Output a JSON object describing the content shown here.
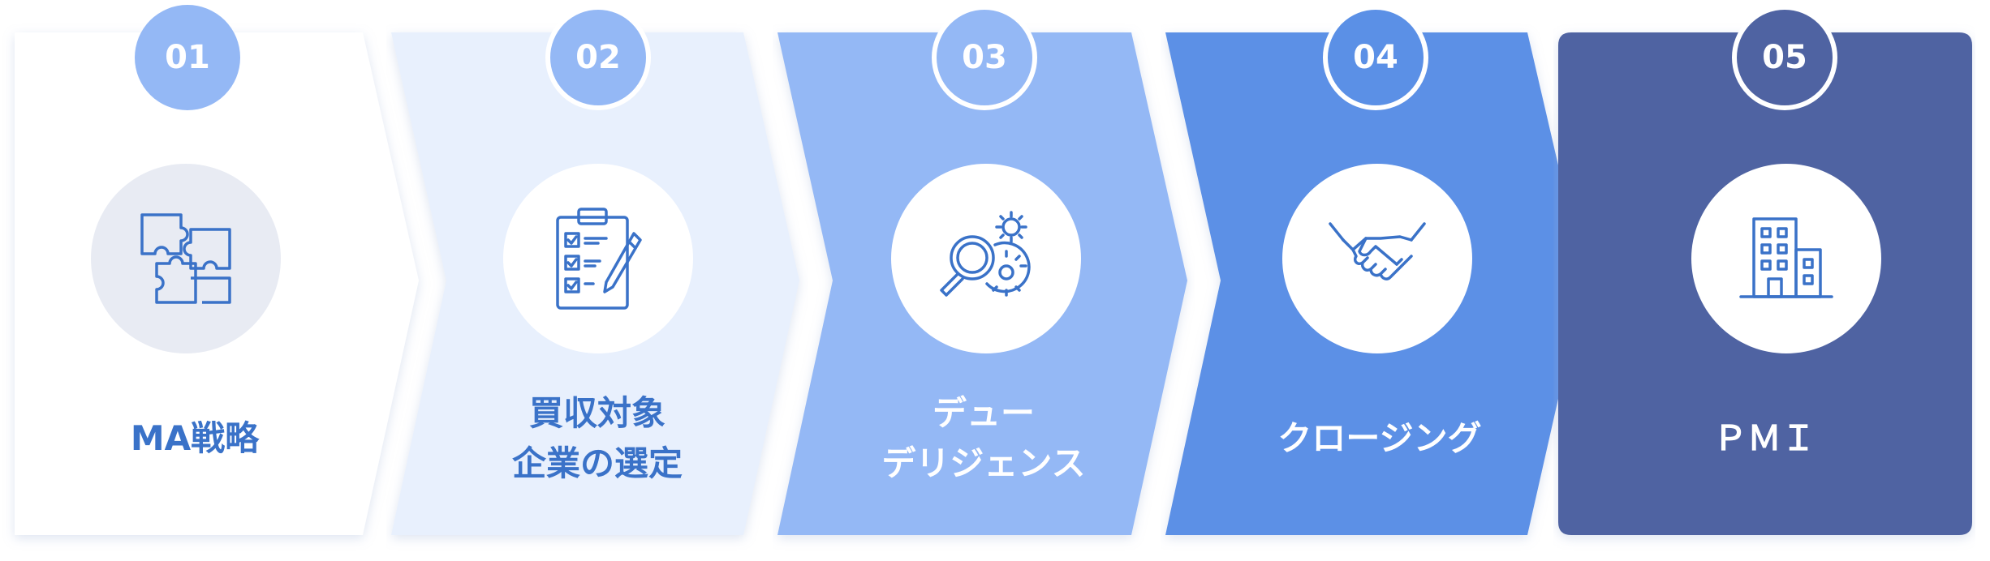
{
  "steps": [
    {
      "number": "01",
      "label_lines": [
        "MA戦略"
      ],
      "icon": "puzzle-icon"
    },
    {
      "number": "02",
      "label_lines": [
        "買収対象",
        "企業の選定"
      ],
      "icon": "checklist-clipboard-icon"
    },
    {
      "number": "03",
      "label_lines": [
        "デュー",
        "デリジェンス"
      ],
      "icon": "magnifier-gears-icon"
    },
    {
      "number": "04",
      "label_lines": [
        "クロージング"
      ],
      "icon": "handshake-icon"
    },
    {
      "number": "05",
      "label_lines": [
        "ＰＭＩ"
      ],
      "icon": "office-building-icon"
    }
  ],
  "colors": {
    "step1_fill": "#ffffff",
    "step2_fill": "#e8f0fd",
    "step3_fill": "#94b8f5",
    "step4_fill": "#5b90e6",
    "step5_fill": "#4f63a2",
    "badge1": "#94b8f5",
    "badge2": "#94b8f5",
    "badge3": "#94b8f5",
    "badge4": "#5b90e6",
    "badge5": "#4f63a2",
    "icon_line": "#3a72c8",
    "text_blue": "#3a72c8",
    "text_white": "#ffffff"
  }
}
